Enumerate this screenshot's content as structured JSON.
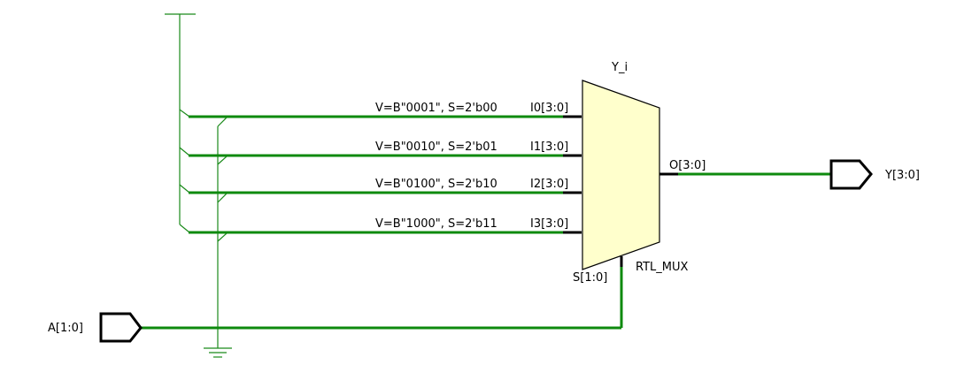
{
  "colors": {
    "wire": "#1a8a1a",
    "bus": "#0e8a0e",
    "mux_fill": "#ffffcc",
    "outline": "#000000"
  },
  "mux": {
    "instance_name": "Y_i",
    "type_label": "RTL_MUX",
    "select_pin": "S[1:0]",
    "output_pin": "O[3:0]",
    "inputs": [
      {
        "pin": "I0[3:0]",
        "label": "V=B\"0001\", S=2'b00"
      },
      {
        "pin": "I1[3:0]",
        "label": "V=B\"0010\", S=2'b01"
      },
      {
        "pin": "I2[3:0]",
        "label": "V=B\"0100\", S=2'b10"
      },
      {
        "pin": "I3[3:0]",
        "label": "V=B\"1000\", S=2'b11"
      }
    ]
  },
  "ports": {
    "input": {
      "name": "A[1:0]"
    },
    "output": {
      "name": "Y[3:0]"
    }
  },
  "icons": {
    "power": "vcc-icon",
    "ground": "ground-icon"
  }
}
